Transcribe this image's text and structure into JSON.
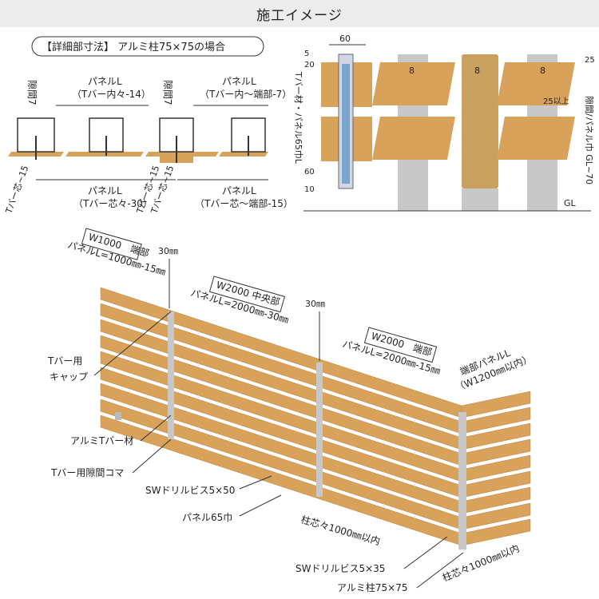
{
  "header": {
    "title": "施工イメージ"
  },
  "detail": {
    "box_label": "【詳細部寸法】 アルミ柱75×75の場合",
    "gap7_a": "隙間7",
    "gap7_b": "隙間7",
    "panel_top_1": "パネルL",
    "panel_top_1b": "（Tバー内々-14）",
    "panel_top_2": "パネルL",
    "panel_top_2b": "（Tバー内～端部-7）",
    "panel_bot_1": "パネルL",
    "panel_bot_1b": "（Tバー芯々-30）",
    "panel_bot_2": "パネルL",
    "panel_bot_2b": "（Tバー芯～端部-15）",
    "tbar_15_a": "Tバー芯~15",
    "tbar_15_b": "Tバー芯~15",
    "tbar_15_c": "Tバー芯~15"
  },
  "elevation": {
    "dim_60_top": "60",
    "dim_5": "5",
    "dim_20": "20",
    "dim_60_bot": "60",
    "dim_10": "10",
    "dim_8_a": "8",
    "dim_8_b": "8",
    "dim_8_c": "8",
    "dim_25": "25",
    "dim_25up": "25以上",
    "tbar_height": "Tバー材・パネル65巾L",
    "gap_height": "隙間/パネル巾 GL~70",
    "gl": "GL"
  },
  "fence": {
    "w1000_title": "W1000　端部",
    "w1000_panel": "パネルL=1000㎜-15㎜",
    "w2000c_title": "W2000 中央部",
    "w2000c_panel": "パネルL=2000㎜-30㎜",
    "w2000e_title": "W2000　端部",
    "w2000e_panel": "パネルL=2000㎜-15㎜",
    "end_panel": "端部パネルL",
    "end_panel_w": "（W1200㎜以内）",
    "dim30_a": "30㎜",
    "dim30_b": "30㎜",
    "cap": "Tバー用",
    "cap2": "キャップ",
    "tbar": "アルミTバー材",
    "koma": "Tバー用隙間コマ",
    "screw50": "SWドリルビス5×50",
    "panel65": "パネル65巾",
    "pitch1": "柱芯々1000㎜以内",
    "screw35": "SWドリルビス5×35",
    "post": "アルミ柱75×75",
    "pitch2": "柱芯々1000㎜以内"
  },
  "colors": {
    "wood": "#d9a25b",
    "wood_dark": "#b9823e",
    "post": "#c8c8c8",
    "blue": "#7aa6cf"
  }
}
